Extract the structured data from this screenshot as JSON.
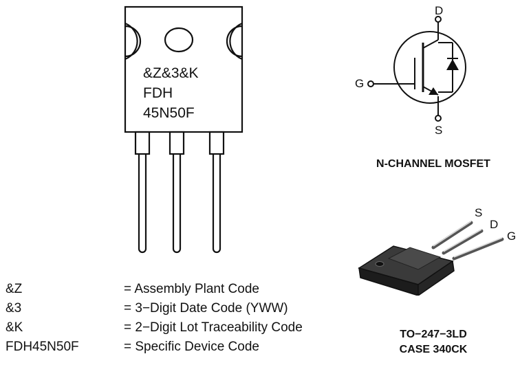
{
  "package_marking": {
    "lines": [
      "&Z&3&K",
      "FDH",
      "45N50F"
    ]
  },
  "symbol": {
    "pins": {
      "drain": "D",
      "gate": "G",
      "source": "S"
    },
    "caption": "N-CHANNEL MOSFET"
  },
  "package_photo": {
    "pins": {
      "source": "S",
      "drain": "D",
      "gate": "G"
    },
    "caption_line1": "TO−247−3LD",
    "caption_line2": "CASE 340CK"
  },
  "legend": [
    {
      "code": "&Z",
      "description": "= Assembly Plant Code"
    },
    {
      "code": "&3",
      "description": "= 3−Digit Date Code (YWW)"
    },
    {
      "code": "&K",
      "description": "= 2−Digit Lot Traceability Code"
    },
    {
      "code": "FDH45N50F",
      "description": "= Specific Device Code"
    }
  ],
  "colors": {
    "outline": "#111111",
    "package_body": "#2b2b2b",
    "background": "#ffffff"
  }
}
